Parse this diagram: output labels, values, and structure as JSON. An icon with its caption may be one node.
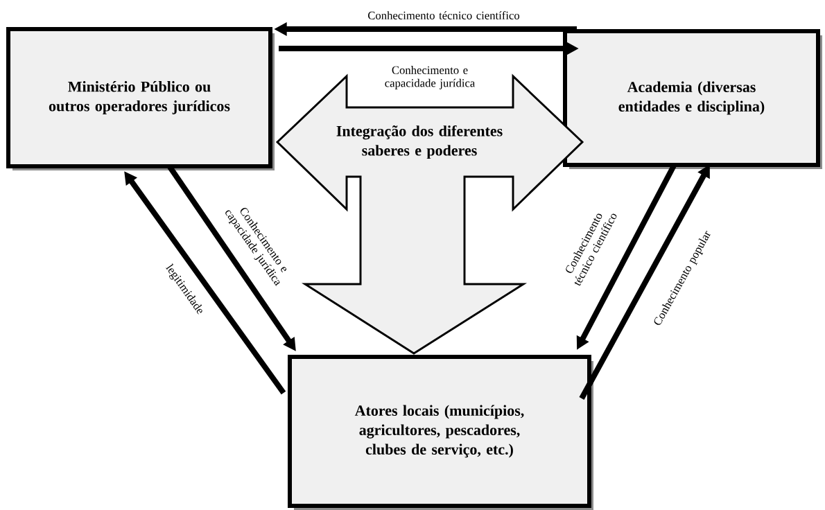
{
  "diagram": {
    "nodes": [
      {
        "text": [
          "Ministério Público  ou outros operadores jurídicos"
        ]
      },
      {
        "text": [
          "Academia (diversas entidades e disciplina)"
        ]
      },
      {
        "text": [
          "Integração dos diferentes saberes e poderes"
        ]
      },
      {
        "text": [
          "Atores locais (municípios, agricultores, pescadores, clubes de serviço, etc.)"
        ]
      }
    ],
    "edges": [
      {
        "from": 1,
        "to": 0,
        "arrow": "to",
        "label": "Conhecimento técnico científico"
      },
      {
        "from": 0,
        "to": 1,
        "arrow": "to",
        "label": "Conhecimento e capacidade jurídica"
      },
      {
        "from": 0,
        "to": 3,
        "arrow": "to",
        "label": "Conhecimento e capacidade jurídica"
      },
      {
        "from": 3,
        "to": 0,
        "arrow": "to",
        "label": "legitimidade"
      },
      {
        "from": 1,
        "to": 3,
        "arrow": "to",
        "label": "Conhecimento técnico científico"
      },
      {
        "from": 3,
        "to": 1,
        "arrow": "to",
        "label": "Conhecimento popular"
      }
    ]
  }
}
